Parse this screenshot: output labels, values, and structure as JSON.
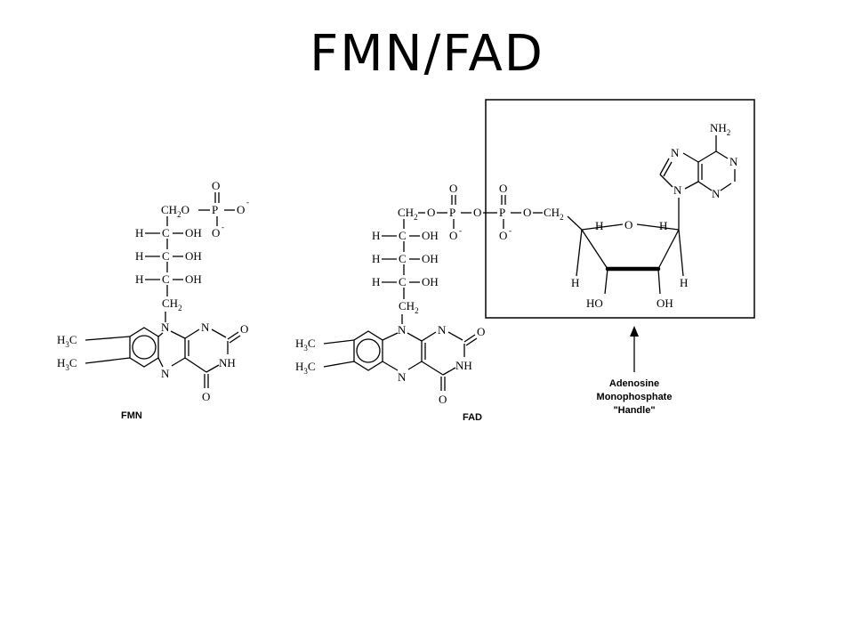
{
  "slide": {
    "title": "FMN/FAD"
  },
  "diagram": {
    "fmn": {
      "caption": "FMN",
      "ribityl": {
        "ch2o": "CH",
        "ch2o_sub": "2",
        "ch2o_o": "O",
        "p": "P",
        "o_minus": "O",
        "minus": "-",
        "h": "H",
        "c": "C",
        "oh": "OH",
        "ch2": "CH",
        "ch2_sub": "2"
      },
      "flavin": {
        "h3c": "H",
        "h3c_sub": "3",
        "h3c_c": "C",
        "n": "N",
        "o": "O",
        "nh": "NH"
      }
    },
    "fad": {
      "caption": "FAD",
      "ch2o": "CH",
      "ch2o_sub": "2",
      "o": "O",
      "p": "P",
      "minus": "-"
    },
    "adenosine": {
      "nh2": "NH",
      "nh2_sub": "2",
      "n": "N",
      "h": "H",
      "o": "O",
      "ho": "HO",
      "oh": "OH",
      "ch2": "CH",
      "ch2_sub": "2"
    },
    "annotation": {
      "line1": "Adenosine",
      "line2": "Monophosphate",
      "line3": "\"Handle\""
    }
  }
}
